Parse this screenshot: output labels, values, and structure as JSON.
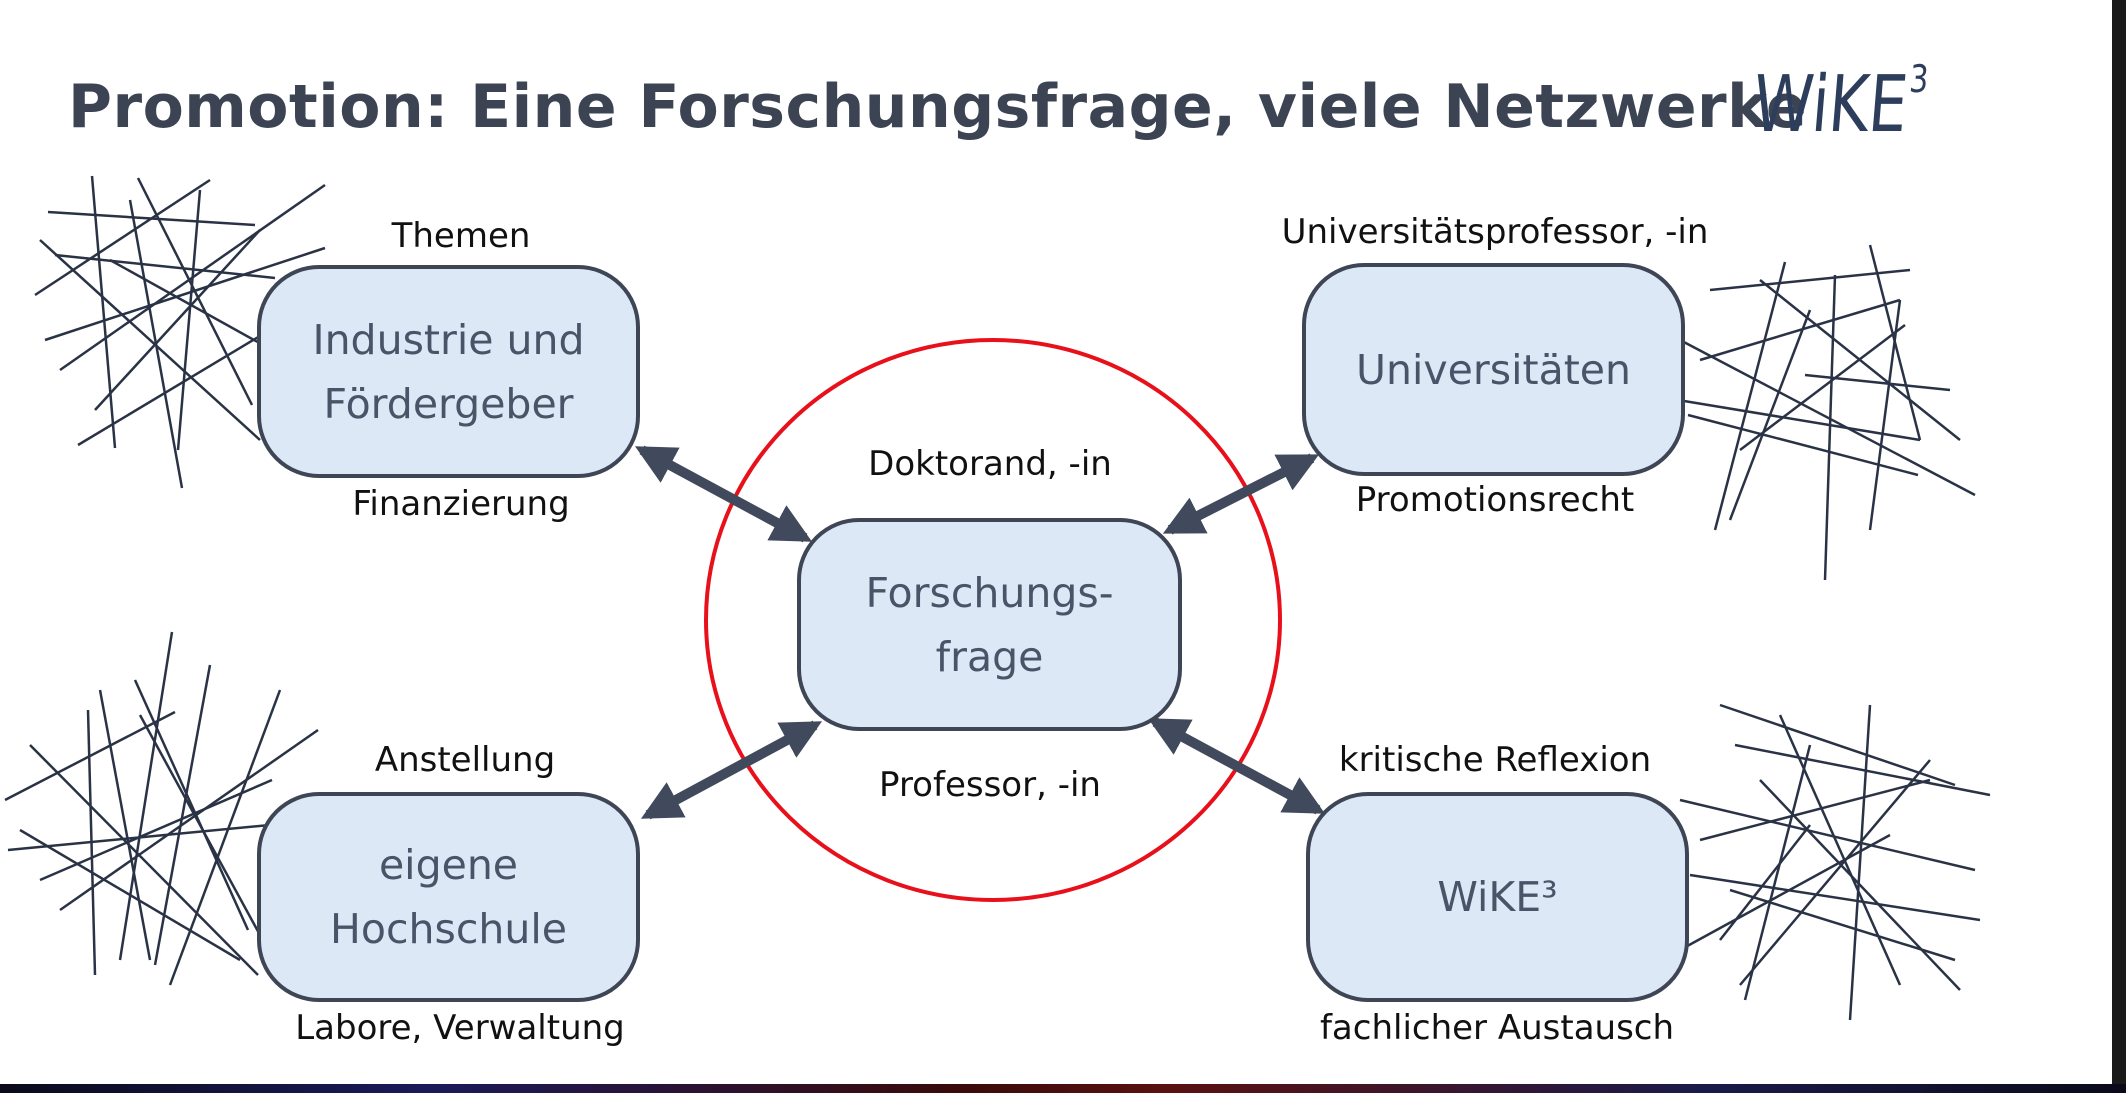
{
  "title": "Promotion: Eine Forschungsfrage, viele Netzwerke",
  "logo": {
    "text": "WiKE",
    "superscript": "3"
  },
  "nodes": {
    "center": {
      "line1": "Forschungs-",
      "line2": "frage"
    },
    "industry": {
      "line1": "Industrie und",
      "line2": "Fördergeber"
    },
    "universities": {
      "line1": "Universitäten"
    },
    "own_university": {
      "line1": "eigene",
      "line2": "Hochschule"
    },
    "wike": {
      "line1": "WiKE³"
    }
  },
  "labels": {
    "themen": "Themen",
    "finanzierung": "Finanzierung",
    "univ_prof": "Universitätsprofessor, -in",
    "promotionsrecht": "Promotionsrecht",
    "doktorand": "Doktorand, -in",
    "professor": "Professor, -in",
    "anstellung": "Anstellung",
    "labore": "Labore, Verwaltung",
    "kritische": "kritische Reflexion",
    "fachlicher": "fachlicher Austausch"
  },
  "colors": {
    "box_fill": "#dde8f7",
    "box_border": "#3e4656",
    "circle": "#e8101a",
    "arrow": "#404a5c",
    "network_lines": "#2a3346"
  }
}
